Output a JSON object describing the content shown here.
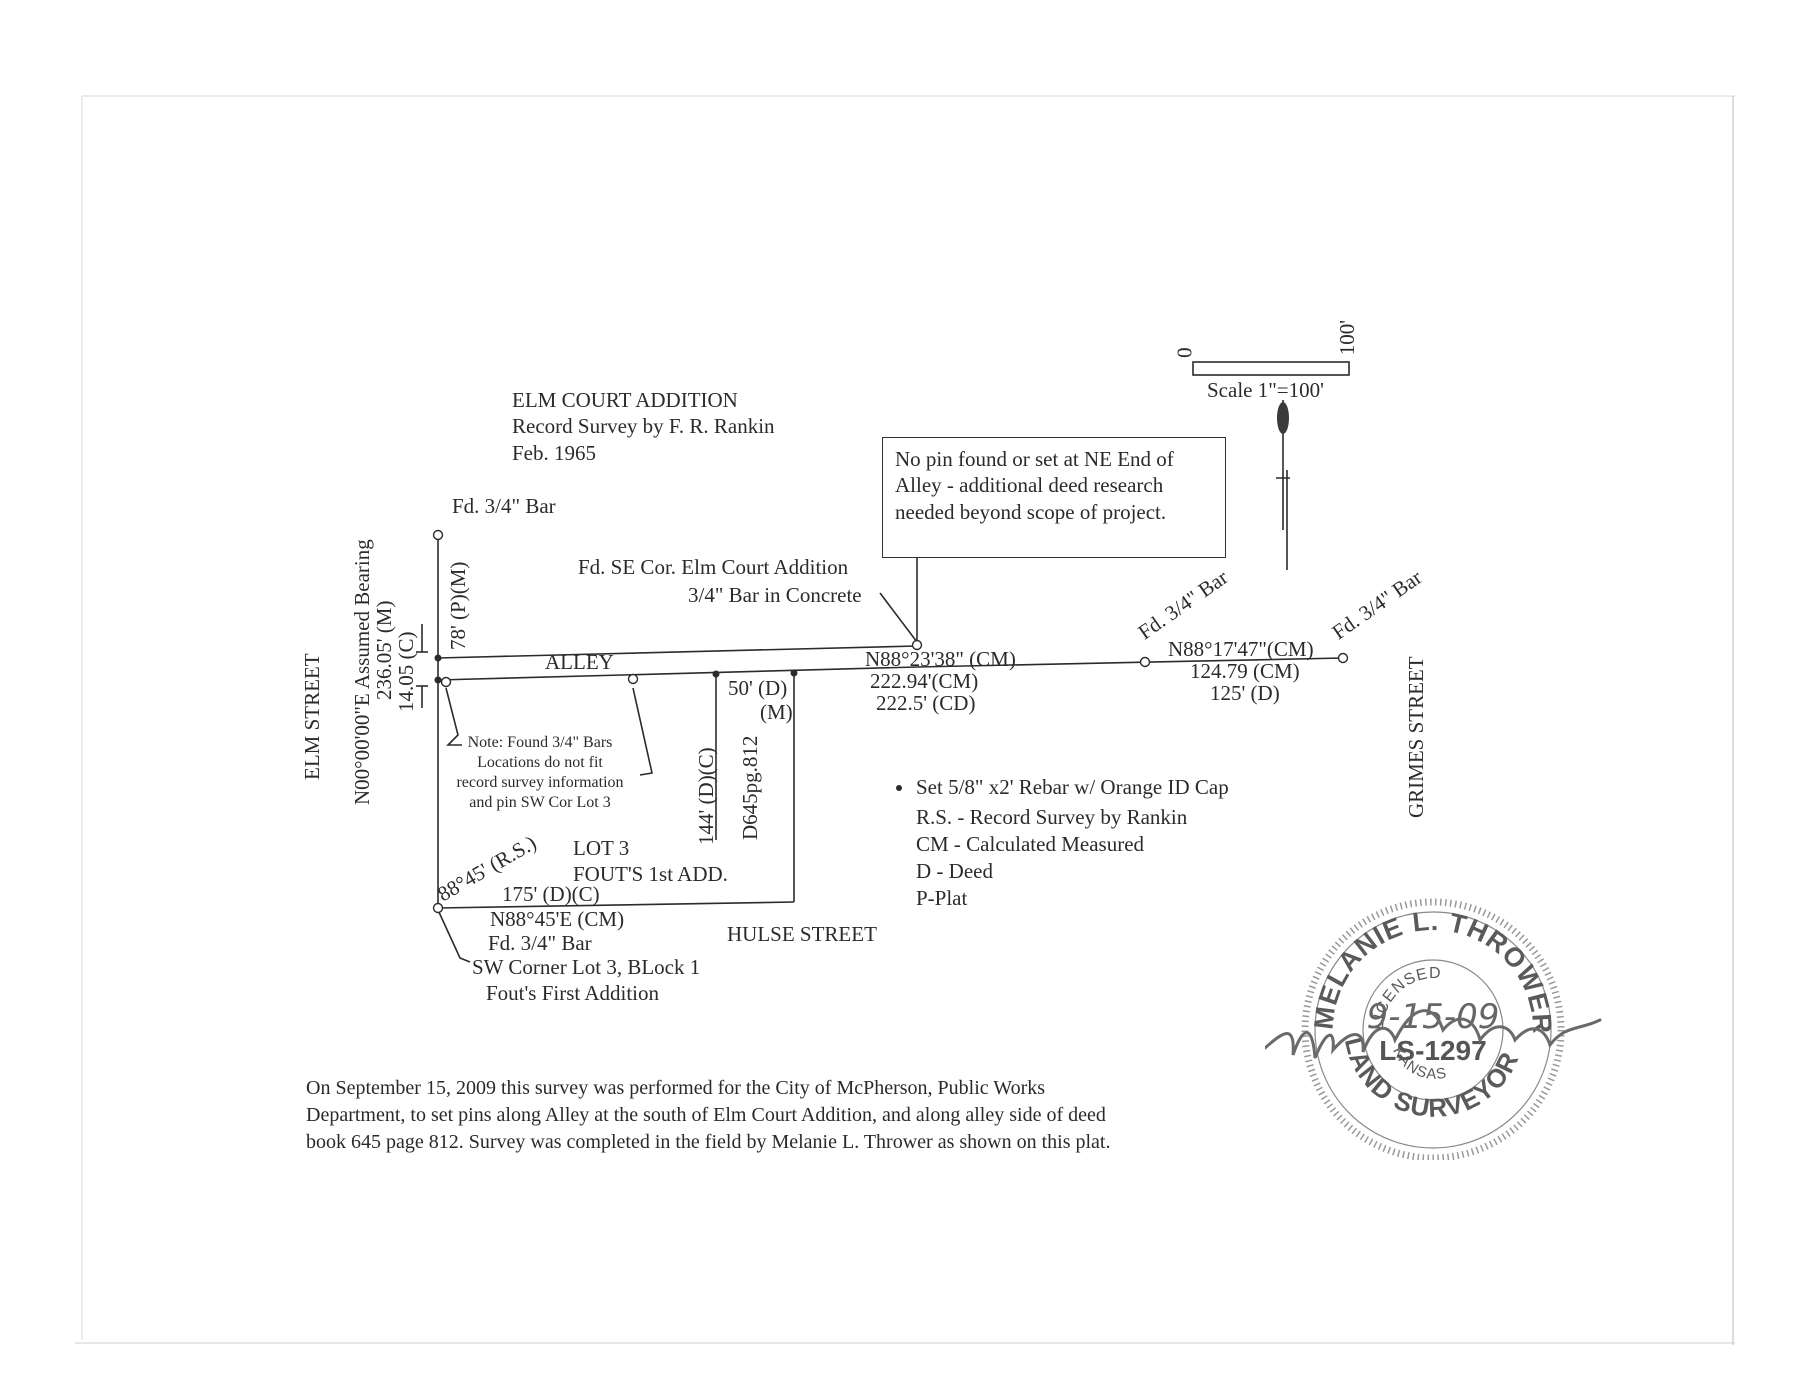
{
  "header": {
    "title": "ELM COURT ADDITION",
    "subtitle": "Record Survey by F. R. Rankin",
    "date": "Feb. 1965"
  },
  "scale": {
    "zero": "0",
    "hundred": "100'",
    "label": "Scale 1\"=100'"
  },
  "note_box": {
    "lines": [
      "No pin found or set at NE End of",
      "Alley - additional deed research",
      "needed beyond scope of project."
    ]
  },
  "streets": {
    "elm": "ELM STREET",
    "grimes": "GRIMES STREET",
    "hulse": "HULSE STREET",
    "alley": "ALLEY"
  },
  "west_line": {
    "bearing": "N00°00'00\"E Assumed Bearing",
    "distance": "236.05' (M)",
    "alley_width": "14.05 (C)",
    "north_distance": "78' (P)(M)"
  },
  "monuments": {
    "nw_bar": "Fd. 3/4\" Bar",
    "se_cor_line1": "Fd. SE Cor. Elm Court Addition",
    "se_cor_line2": "3/4\" Bar in Concrete",
    "east_bar1": "Fd. 3/4\" Bar",
    "east_bar2": "Fd. 3/4\" Bar",
    "sw_bar": "Fd. 3/4\" Bar"
  },
  "alley_calls": {
    "bearing1": "N88°23'38\" (CM)",
    "dist1_cm": "222.94'(CM)",
    "dist1_cd": "222.5' (CD)",
    "bearing2": "N88°17'47\"(CM)",
    "dist2_cm": "124.79 (CM)",
    "dist2_d": "125' (D)"
  },
  "lot": {
    "east_50": "50' (D)",
    "east_m": "(M)",
    "depth": "144' (D)(C)",
    "deed_ref": "D645pg.812",
    "lot_label": "LOT 3",
    "add_label": "FOUT'S 1st ADD.",
    "south_dist": "175' (D)(C)",
    "south_bearing": "N88°45'E (CM)",
    "angle": "88°45' (R.S.)",
    "sw_corner1": "SW Corner Lot 3, BLock 1",
    "sw_corner2": "Fout's First Addition"
  },
  "found_note": {
    "lines": [
      "Note:  Found 3/4\" Bars",
      "Locations do not fit",
      "record survey information",
      "and pin SW Cor  Lot 3"
    ]
  },
  "legend": {
    "items": [
      "Set 5/8\" x2' Rebar w/ Orange ID Cap",
      "R.S. - Record Survey by Rankin",
      "CM - Calculated Measured",
      "D - Deed",
      "P-Plat"
    ]
  },
  "footer": {
    "lines": [
      "On September 15, 2009 this survey was performed for the City of McPherson, Public Works",
      "Department, to set pins along Alley at the south of Elm Court Addition,  and along alley side of deed",
      "book 645 page 812.  Survey was completed in the field by Melanie L. Thrower as shown on this plat."
    ]
  },
  "seal": {
    "name": "MELANIE L. THROWER",
    "licensed": "LICENSED",
    "date": "9-15-09",
    "license_no": "LS-1297",
    "state": "KANSAS",
    "title": "LAND SURVEYOR"
  }
}
